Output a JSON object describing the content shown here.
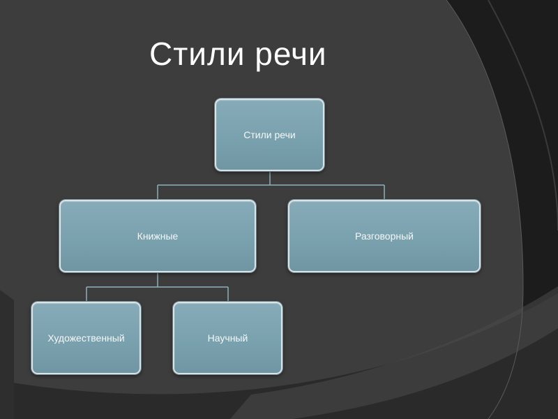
{
  "slide": {
    "title": "Стили речи"
  },
  "diagram": {
    "root": {
      "label": "Стили речи"
    },
    "level1": [
      {
        "label": "Книжные"
      },
      {
        "label": "Разговорный"
      }
    ],
    "level2": [
      {
        "label": "Художественный"
      },
      {
        "label": "Научный"
      }
    ]
  },
  "colors": {
    "background": "#1c1c1c",
    "panel": "#3b3b3b",
    "node_fill": "#7ea3b0",
    "node_border": "#d9e4e8",
    "connector": "#8fb0bb",
    "text": "#ffffff"
  }
}
